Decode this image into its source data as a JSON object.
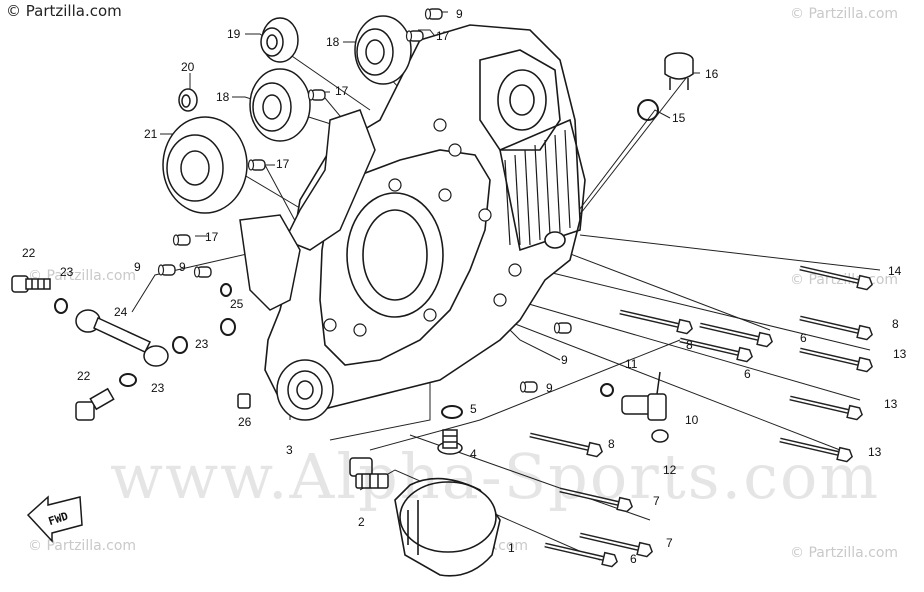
{
  "watermarks": {
    "top_left": "© Partzilla.com",
    "repeat_text": "© Partzilla.com",
    "main": "www.Alpha-Sports.com"
  },
  "direction_marker": "FWD",
  "callouts": {
    "c1": "1",
    "c2": "2",
    "c3": "3",
    "c4": "4",
    "c5": "5",
    "c6a": "6",
    "c6b": "6",
    "c6c": "6",
    "c7a": "7",
    "c7b": "7",
    "c8a": "8",
    "c8b": "8",
    "c8c": "8",
    "c9a": "9",
    "c9b": "9",
    "c9c": "9",
    "c9d": "9",
    "c9e": "9",
    "c10": "10",
    "c11": "11",
    "c12": "12",
    "c13a": "13",
    "c13b": "13",
    "c13c": "13",
    "c14": "14",
    "c15": "15",
    "c16": "16",
    "c17a": "17",
    "c17b": "17",
    "c17c": "17",
    "c17d": "17",
    "c18a": "18",
    "c18b": "18",
    "c19": "19",
    "c20": "20",
    "c21": "21",
    "c22a": "22",
    "c22b": "22",
    "c23a": "23",
    "c23b": "23",
    "c23c": "23",
    "c24": "24",
    "c25": "25",
    "c26": "26"
  }
}
